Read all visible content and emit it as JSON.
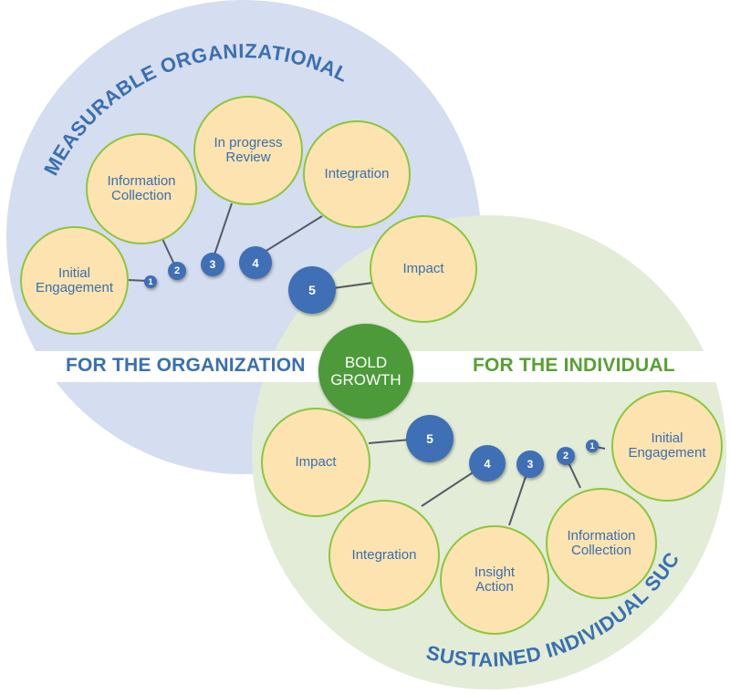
{
  "colors": {
    "org_circle": "#d5ddf0",
    "ind_circle": "#e2ecd7",
    "node_fill": "#fce3b0",
    "node_border": "#8cc63f",
    "step_fill": "#3f6fb5",
    "center_fill": "#4c9a3a",
    "org_text": "#3a6fb0",
    "ind_text": "#58a035"
  },
  "top_arc_text": "MEASURABLE ORGANIZATIONAL OUTCOME",
  "bottom_arc_text": "SUSTAINED INDIVIDUAL SUCCESS",
  "band": {
    "left_label": "FOR THE ORGANIZATION",
    "right_label": "FOR THE INDIVIDUAL"
  },
  "center": {
    "line1": "BOLD",
    "line2": "GROWTH"
  },
  "organization": {
    "nodes": [
      "Initial\nEngagement",
      "Information\nCollection",
      "In progress\nReview",
      "Integration",
      "Impact"
    ],
    "steps": [
      "1",
      "2",
      "3",
      "4",
      "5"
    ]
  },
  "individual": {
    "nodes": [
      "Initial\nEngagement",
      "Information\nCollection",
      "Insight\nAction",
      "Integration",
      "Impact"
    ],
    "steps": [
      "1",
      "2",
      "3",
      "4",
      "5"
    ]
  }
}
